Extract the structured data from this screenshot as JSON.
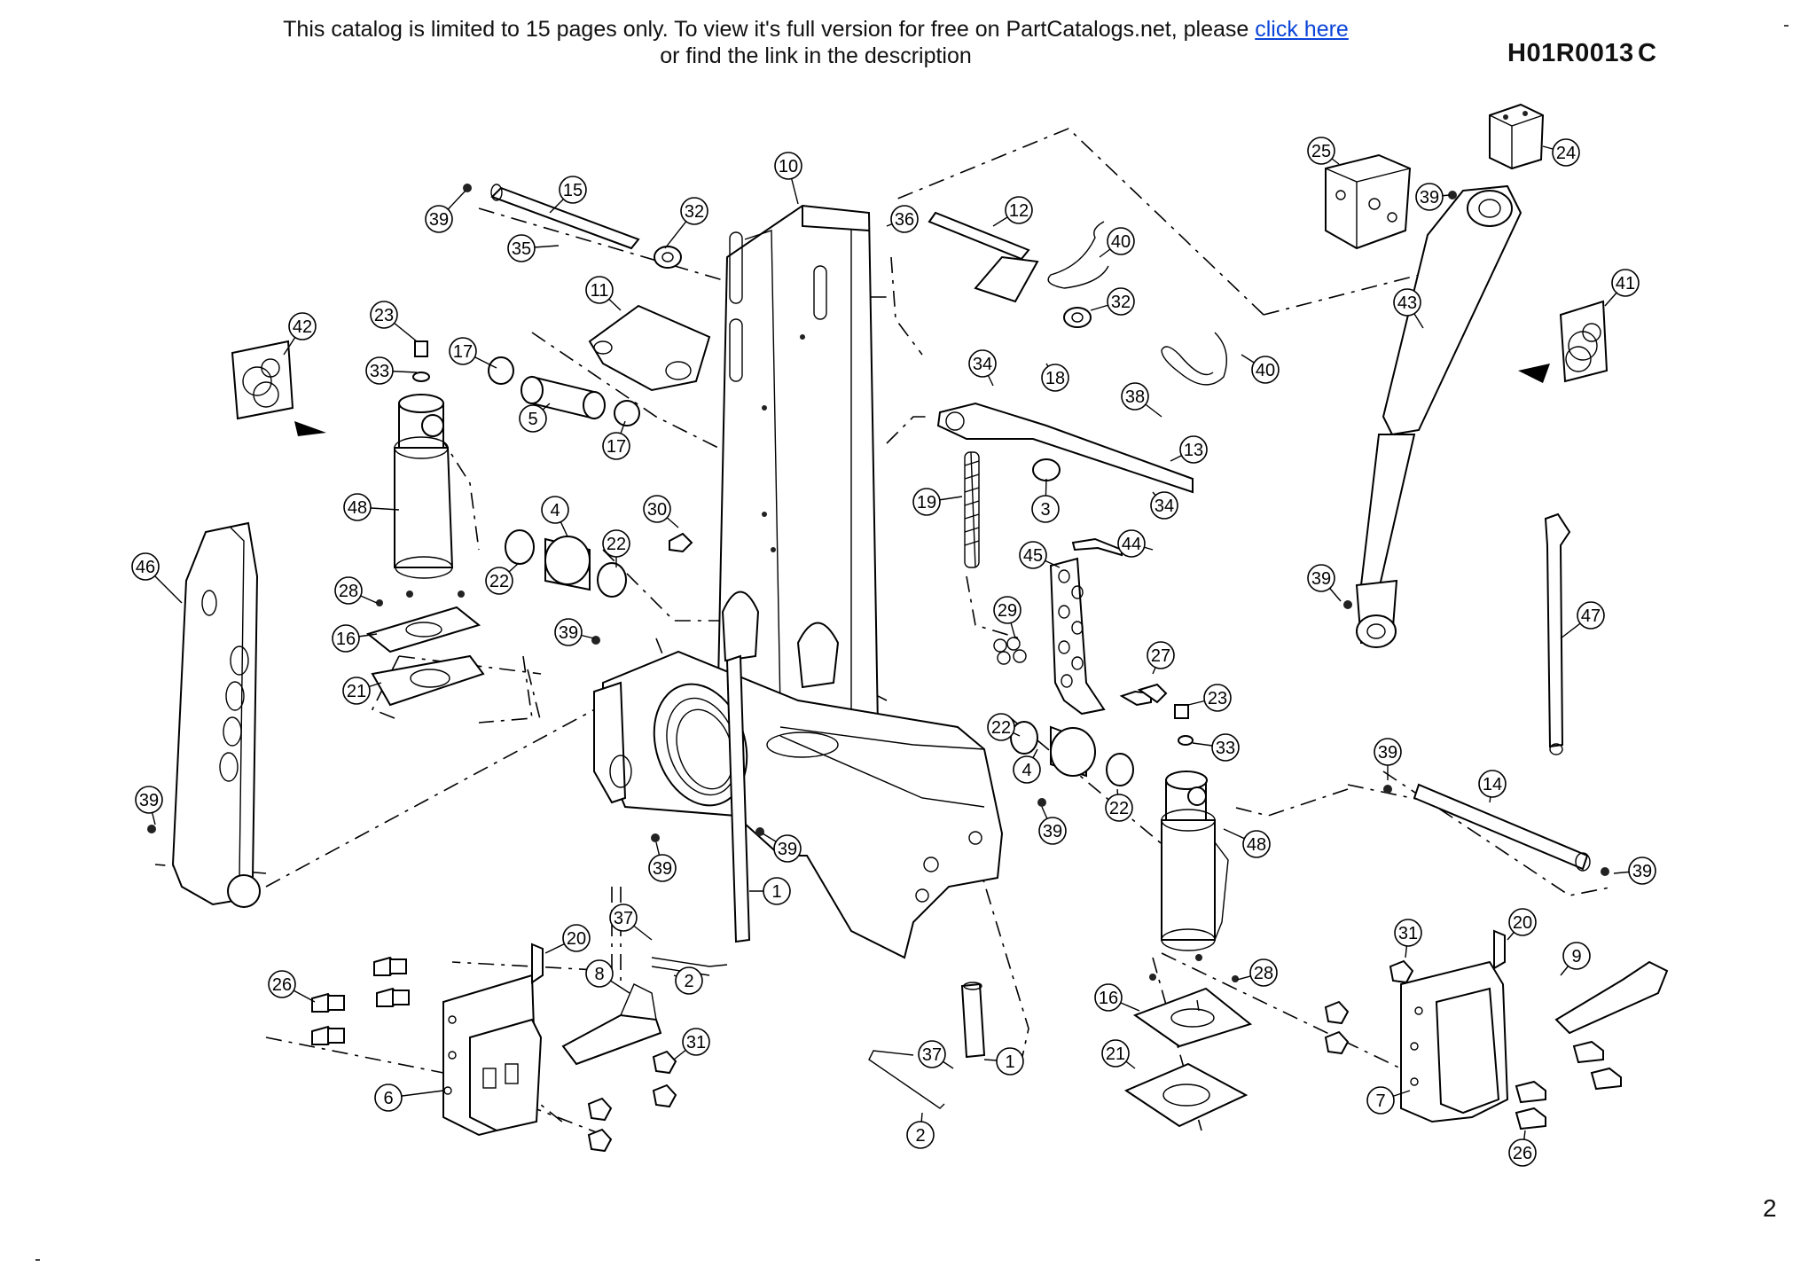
{
  "banner": {
    "line1_prefix": "This catalog is limited to 15 pages only. To view it's full version for free on PartCatalogs.net, please ",
    "link_text": "click here",
    "line2": "or find the link in the description"
  },
  "drawing_code": "H01R0013",
  "revision": "C",
  "page_number": "2",
  "part_callouts": [
    "10",
    "15",
    "39",
    "32",
    "36",
    "12",
    "40",
    "35",
    "11",
    "32",
    "23",
    "42",
    "17",
    "33",
    "5",
    "17",
    "34",
    "18",
    "40",
    "38",
    "13",
    "48",
    "4",
    "30",
    "22",
    "22",
    "19",
    "3",
    "34",
    "44",
    "45",
    "46",
    "28",
    "22",
    "16",
    "39",
    "29",
    "21",
    "27",
    "23",
    "22",
    "33",
    "4",
    "39",
    "48",
    "39",
    "39",
    "39",
    "1",
    "37",
    "20",
    "26",
    "8",
    "2",
    "31",
    "6",
    "37",
    "1",
    "2",
    "16",
    "28",
    "21",
    "31",
    "20",
    "9",
    "7",
    "26",
    "25",
    "24",
    "39",
    "43",
    "41",
    "39",
    "47",
    "39",
    "14",
    "39"
  ]
}
